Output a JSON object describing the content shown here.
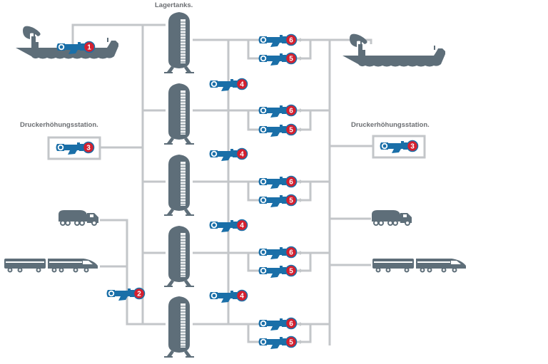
{
  "labels": {
    "storage_tanks": "Lagertanks.",
    "booster_left": "Druckerhöhungsstation.",
    "booster_right": "Druckerhöhungsstation."
  },
  "colors": {
    "pipe": "#c3c6c9",
    "equipment": "#5e6e79",
    "pump": "#1a6fa8",
    "badge": "#d4202f",
    "label": "#6b6e72"
  },
  "pumps": {
    "ship_unloading": "1",
    "truck_rail_unloading": "2",
    "booster": "3",
    "transfer": "4",
    "loading_a": "5",
    "loading_b": "6"
  },
  "sources": [
    "ship",
    "tank-truck",
    "train"
  ],
  "destinations": [
    "ship",
    "tank-truck",
    "train"
  ],
  "tank_count": 5
}
